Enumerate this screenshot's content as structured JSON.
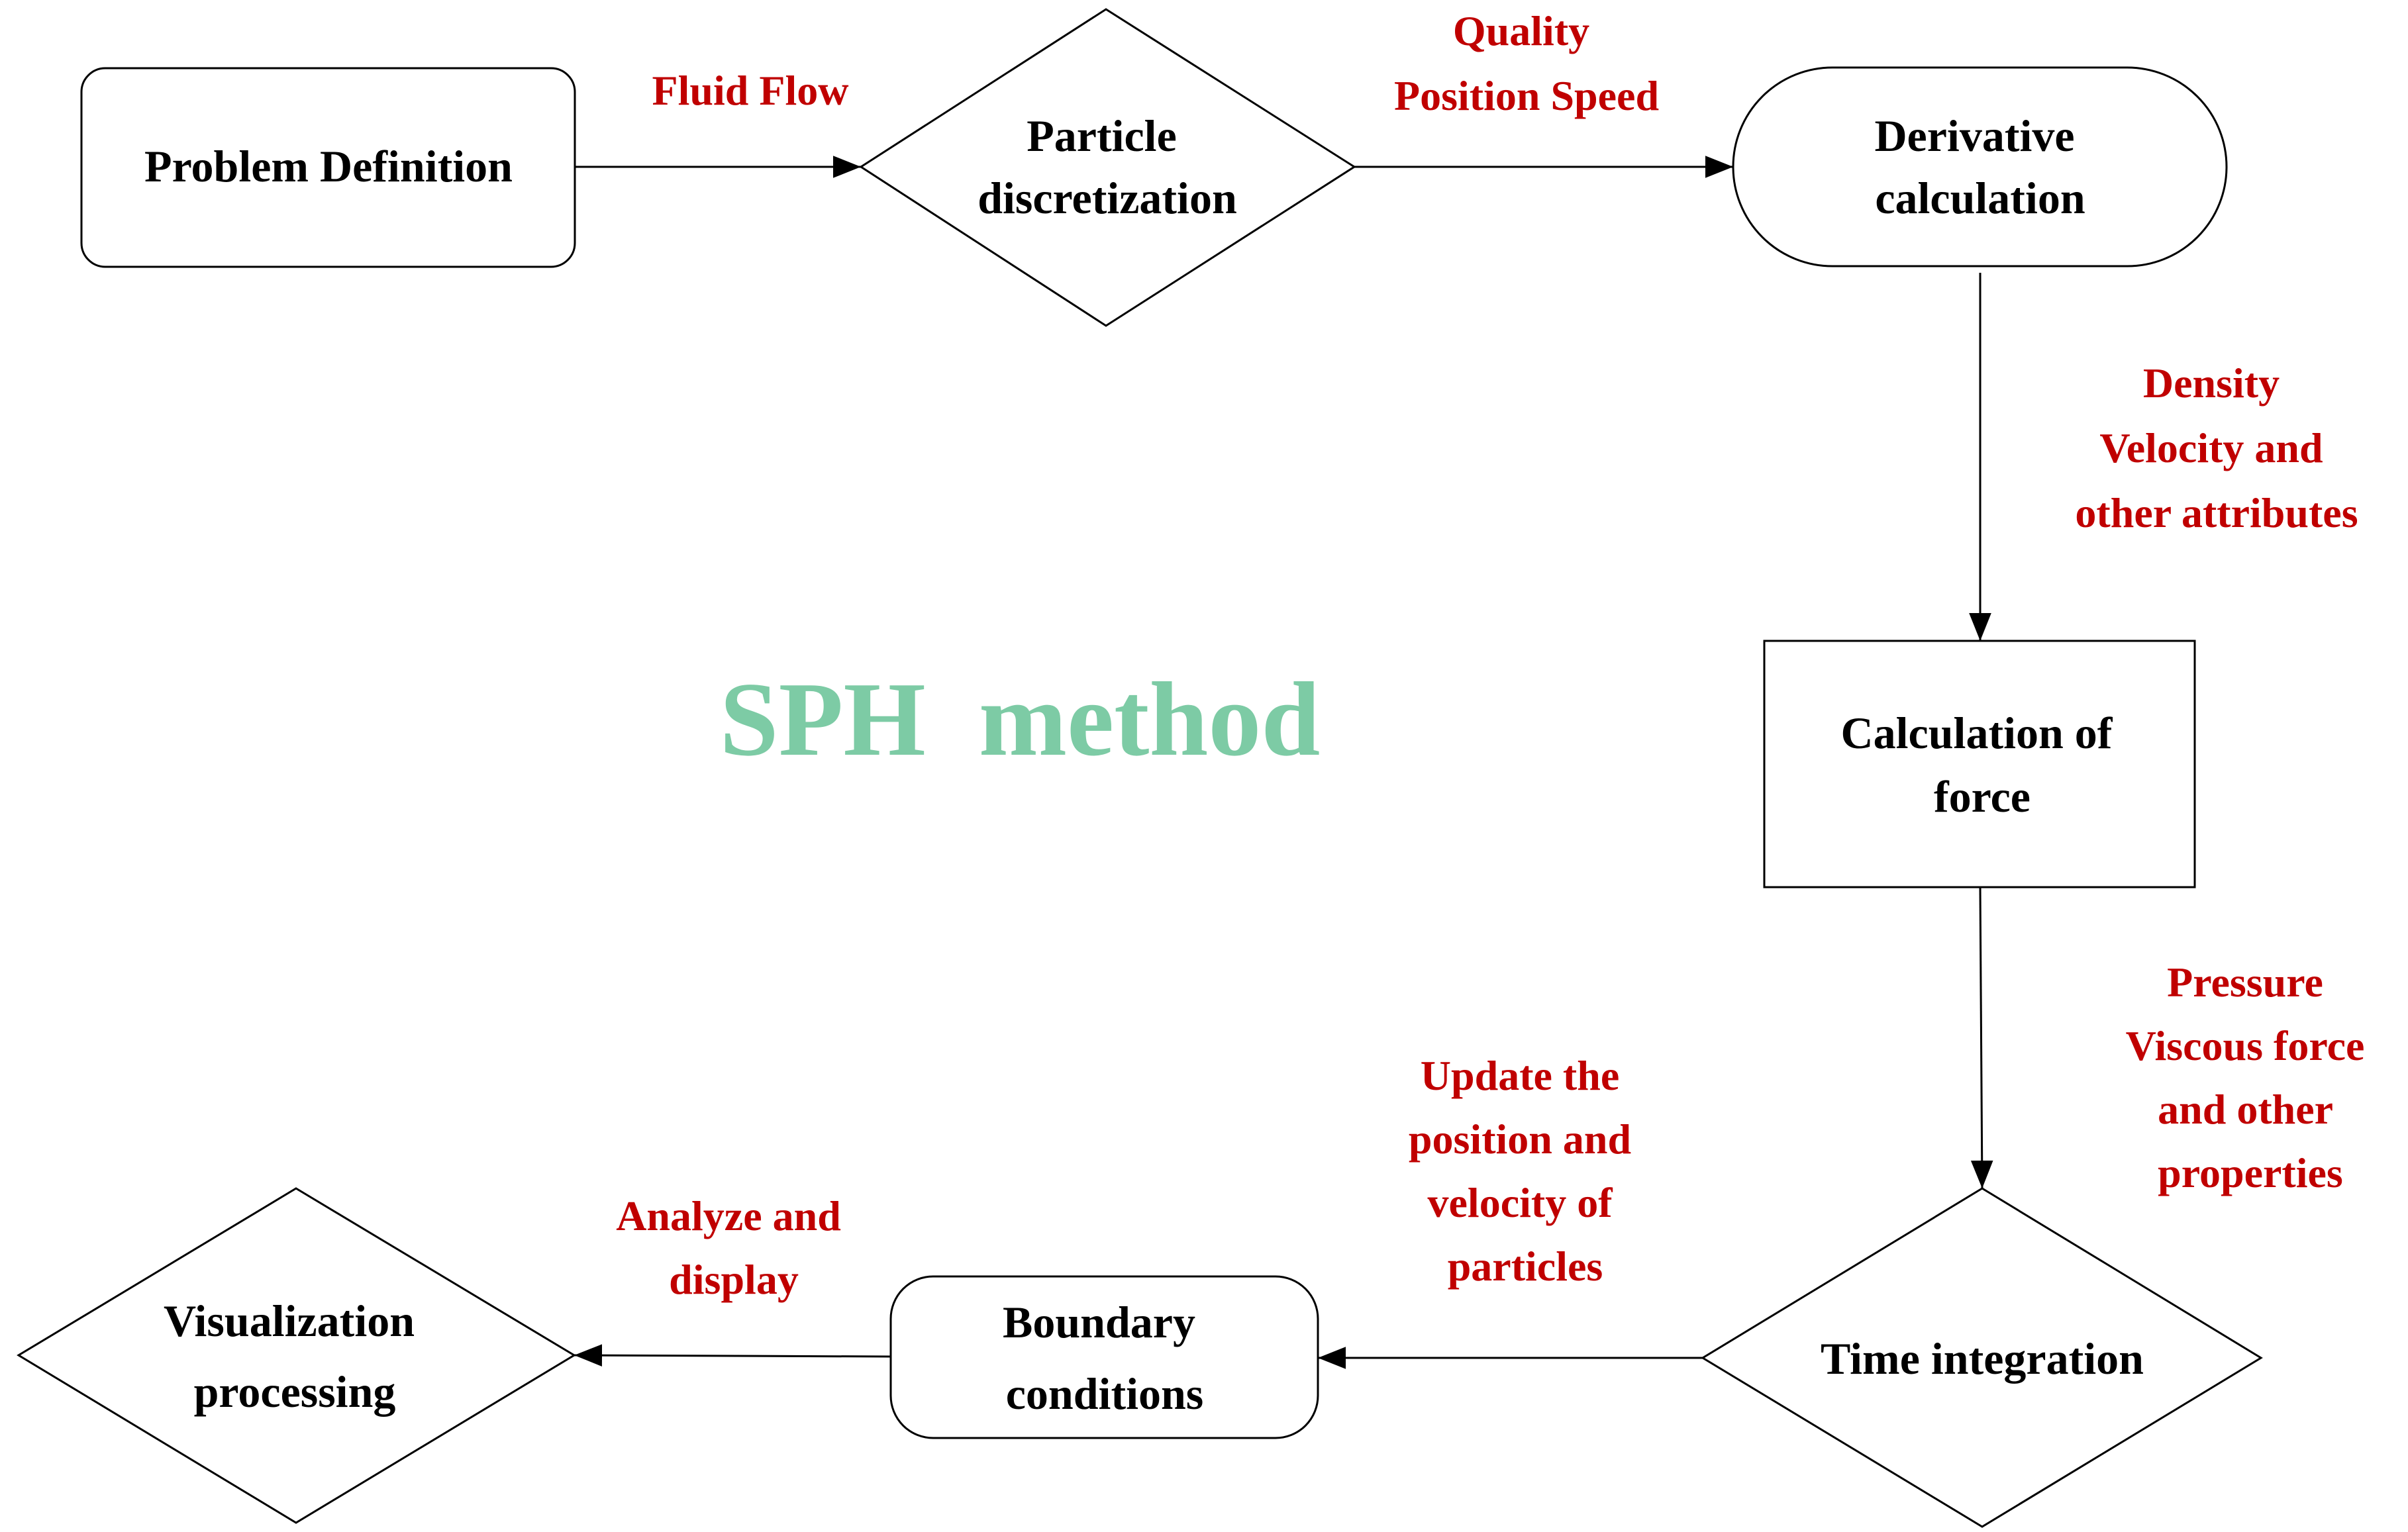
{
  "title": "SPH  method",
  "colors": {
    "title": "#7dcba5",
    "edge_label": "#c00000",
    "node_text": "#000000",
    "line": "#000000"
  },
  "nodes": {
    "problem_definition": [
      "Problem Definition"
    ],
    "particle_discretization": [
      "Particle",
      "discretization"
    ],
    "derivative_calculation": [
      "Derivative",
      "calculation"
    ],
    "calculation_of_force": [
      "Calculation of",
      "force"
    ],
    "time_integration": [
      "Time integration"
    ],
    "boundary_conditions": [
      "Boundary",
      "conditions"
    ],
    "visualization_processing": [
      "Visualization",
      "processing"
    ]
  },
  "edge_labels": {
    "fluid_flow": [
      "Fluid Flow"
    ],
    "quality_position_speed": [
      "Quality",
      "Position Speed"
    ],
    "density_velocity": [
      "Density",
      "Velocity and",
      "other attributes"
    ],
    "pressure_viscous": [
      "Pressure",
      "Viscous force",
      "and other",
      "properties"
    ],
    "update_position": [
      "Update the",
      "position and",
      "velocity of",
      "particles"
    ],
    "analyze_display": [
      "Analyze and",
      "display"
    ]
  }
}
